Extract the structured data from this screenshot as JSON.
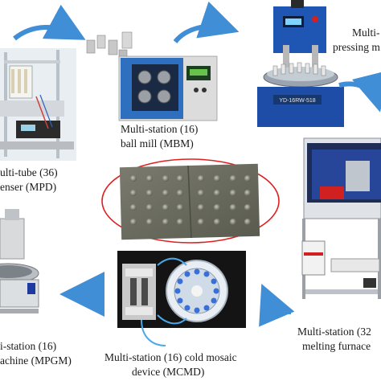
{
  "stations": [
    {
      "id": "mpd",
      "line1": "ulti-tube (36)",
      "line2": "enser  (MPD)"
    },
    {
      "id": "mbm",
      "line1": "Multi-station (16)",
      "line2": "ball mill (MBM)"
    },
    {
      "id": "press",
      "line1": "Multi-",
      "line2": "pressing m"
    },
    {
      "id": "furnace",
      "line1": "Multi-station (32",
      "line2": "melting furnace"
    },
    {
      "id": "mcmd",
      "line1": "Multi-station (16) cold mosaic",
      "line2": "device  (MCMD)"
    },
    {
      "id": "mpgm",
      "line1": "i-station (16)",
      "line2": "achine (MPGM)"
    }
  ],
  "equipment_labels": {
    "press_panel": "YD-16RW-518"
  },
  "colors": {
    "arrow_blue": "#3f8ed6",
    "ellipse_red": "#e02020",
    "sample_plate": "#6f7064",
    "press_blue": "#1f56b4",
    "furnace_blue": "#2c4fb0"
  }
}
